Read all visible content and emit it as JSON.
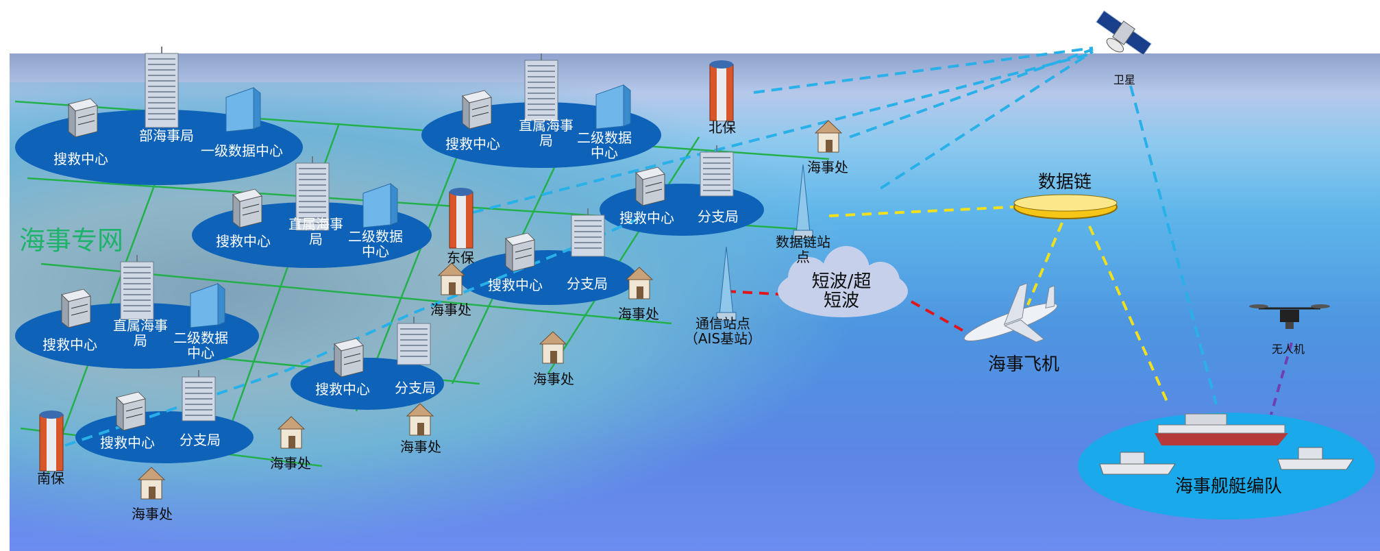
{
  "network_label": "海事专网",
  "hubs": [
    {
      "labels": [
        "搜救中心",
        "部海事局",
        "一级数据中心"
      ]
    },
    {
      "labels": [
        "搜救中心",
        "直属海事\n局",
        "二级数据\n中心"
      ]
    },
    {
      "labels": [
        "搜救中心",
        "直属海事\n局",
        "二级数据\n中心"
      ]
    },
    {
      "labels": [
        "搜救中心",
        "直属海事\n局",
        "二级数据\n中心"
      ]
    },
    {
      "labels": [
        "搜救中心",
        "分支局"
      ]
    },
    {
      "labels": [
        "搜救中心",
        "分支局"
      ]
    },
    {
      "labels": [
        "搜救中心",
        "分支局"
      ]
    },
    {
      "labels": [
        "搜救中心",
        "分支局"
      ]
    }
  ],
  "offices": [
    "海事处",
    "海事处",
    "海事处",
    "海事处",
    "海事处",
    "海事处",
    "海事处"
  ],
  "bases": {
    "north": "北保",
    "east": "东保",
    "south": "南保"
  },
  "comm_station": "通信站点\n（AIS基站）",
  "datalink_station": "数据链站\n点",
  "satellite": "卫星",
  "datalink": "数据链",
  "shortwave": "短波/超\n短波",
  "aircraft": "海事飞机",
  "drone": "无人机",
  "fleet": "海事舰艇编队",
  "colors": {
    "grid": "#22b04a",
    "hub": "#0e63b8",
    "satellite_link": "#29b0e8",
    "datalink_link": "#f2e01c",
    "radio_link": "#e0161a",
    "drone_link": "#6f3fb0",
    "fleet": "#1aa9ea",
    "network_label": "#1fb26a"
  }
}
